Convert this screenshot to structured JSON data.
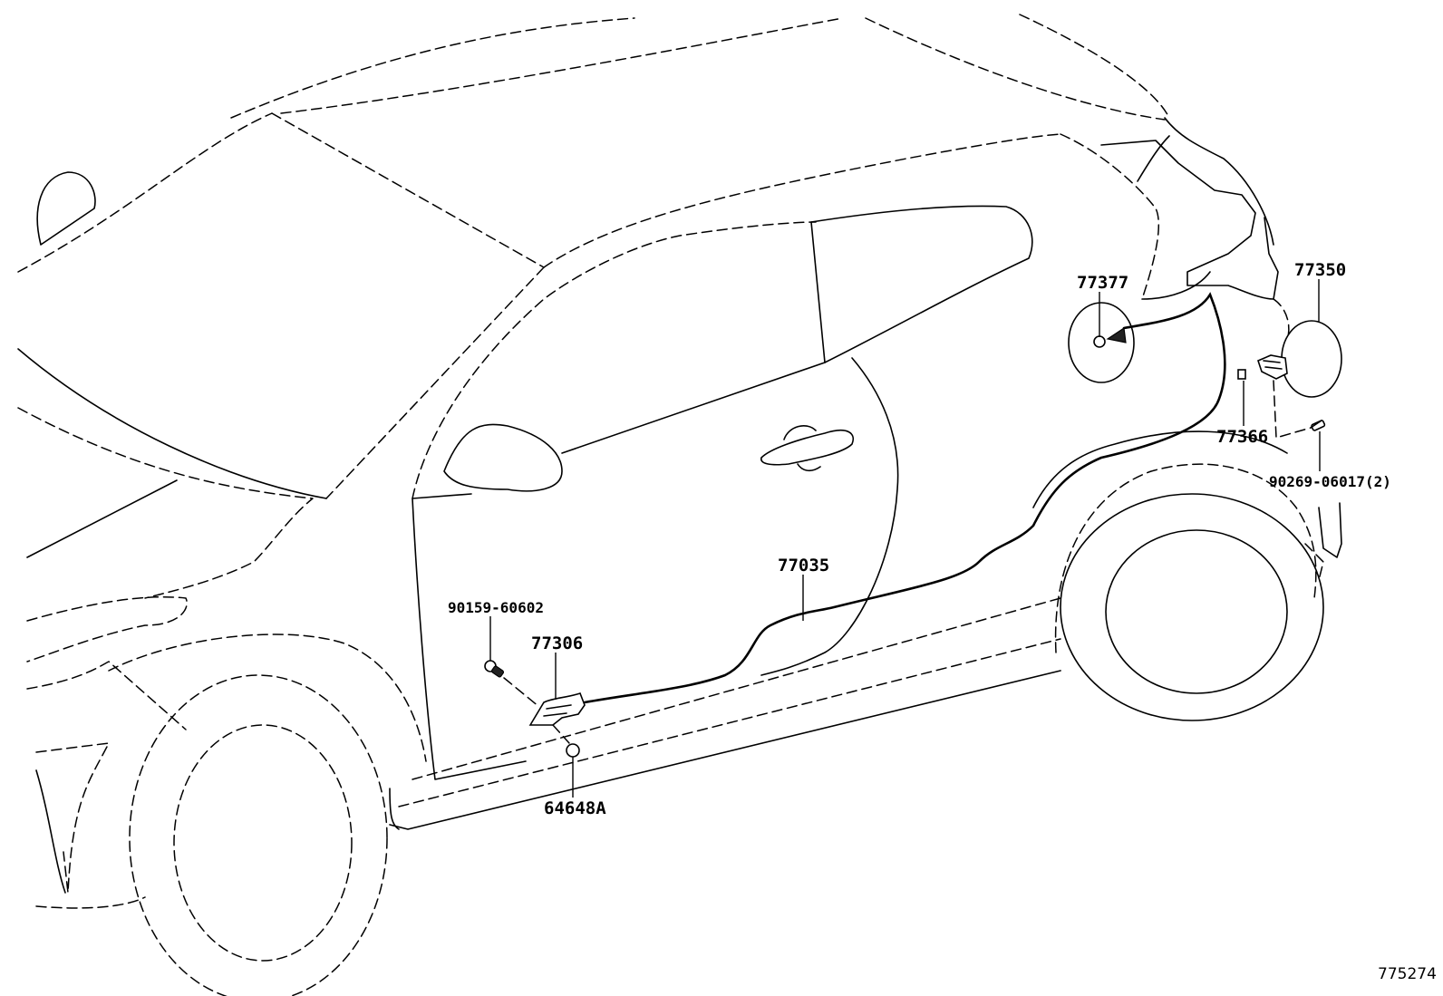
{
  "labels": {
    "p77377": "77377",
    "p77350": "77350",
    "p77366": "77366",
    "p90269": "90269-06017(2)",
    "p77035": "77035",
    "p90159": "90159-60602",
    "p77306": "77306",
    "p64648": "64648A"
  },
  "figure_number": "775274"
}
